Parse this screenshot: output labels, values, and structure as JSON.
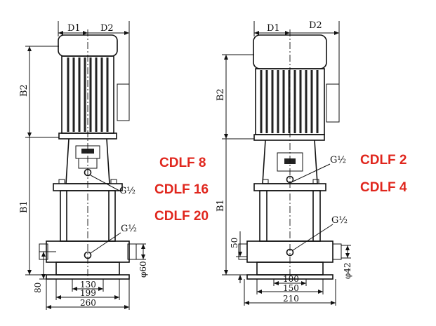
{
  "left_pump": {
    "models": [
      "CDLF 8",
      "CDLF 16",
      "CDLF 20"
    ],
    "labels": {
      "d1": "D1",
      "d2": "D2",
      "b1": "B1",
      "b2": "B2",
      "port_upper": "G½",
      "port_lower": "G½",
      "height_80": "80",
      "dia_60": "φ60",
      "w130": "130",
      "w199": "199",
      "w260": "260"
    }
  },
  "right_pump": {
    "models": [
      "CDLF 2",
      "CDLF 4"
    ],
    "labels": {
      "d1": "D1",
      "d2": "D2",
      "b1": "B1",
      "b2": "B2",
      "port_upper": "G½",
      "port_lower": "G½",
      "height_50": "50",
      "dia_42": "φ42",
      "w100": "100",
      "w150": "150",
      "w210": "210"
    }
  },
  "colors": {
    "model_text": "#e0261d",
    "line": "#111111"
  }
}
